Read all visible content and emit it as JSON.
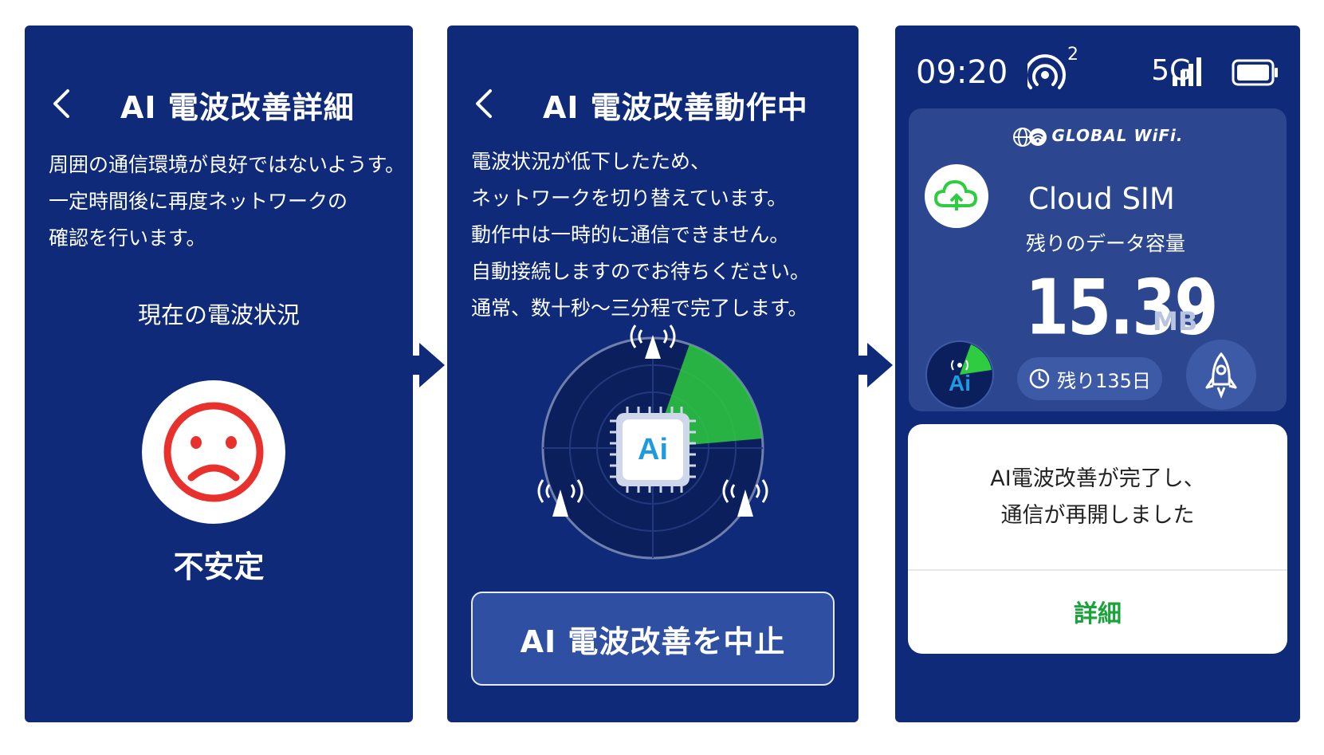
{
  "screen1": {
    "title": "AI 電波改善詳細",
    "message_lines": [
      "周囲の通信環境が良好ではないようす。",
      "一定時間後に再度ネットワークの",
      "確認を行います。"
    ],
    "status_label": "現在の電波状況",
    "status_value": "不安定",
    "status_icon": "sad-face-icon",
    "status_color": "#e8312c"
  },
  "screen2": {
    "title": "AI 電波改善動作中",
    "message_lines": [
      "電波状況が低下したため、",
      "ネットワークを切り替えています。",
      "動作中は一時的に通信できません。",
      "自動接続しますのでお待ちください。",
      "通常、数十秒〜三分程で完了します。"
    ],
    "chip_label": "Ai",
    "cancel_button": "AI 電波改善を中止",
    "accent_color": "#2ecc40"
  },
  "screen3": {
    "status_bar": {
      "time": "09:20",
      "hotspot_clients": "2",
      "network": "5G"
    },
    "brand": "GLOBAL WiFi.",
    "sim_name": "Cloud SIM",
    "data_label": "残りのデータ容量",
    "data_value": "15.39",
    "data_unit": "MB",
    "ai_badge_label": "Ai",
    "days_remaining": "残り135日",
    "dialog": {
      "message_lines": [
        "AI電波改善が完了し、",
        "通信が再開しました"
      ],
      "detail_link": "詳細"
    }
  },
  "colors": {
    "panel_bg": "#0f2a78",
    "card_bg": "#2c478f",
    "link_green": "#1aa33a",
    "arrow": "#0f2a78"
  }
}
